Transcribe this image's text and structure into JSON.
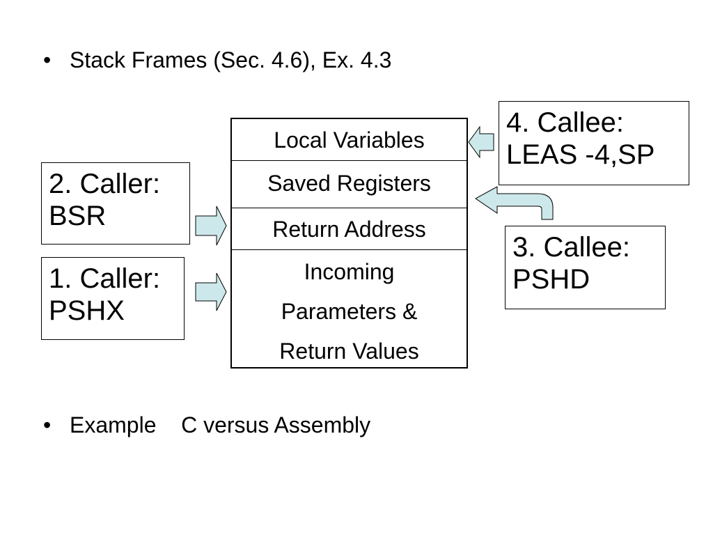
{
  "bullets": [
    {
      "marker": "•",
      "text": "Stack Frames (Sec. 4.6), Ex. 4.3"
    },
    {
      "marker": "•",
      "text": "Example    C versus Assembly"
    }
  ],
  "stack": {
    "local_variables": "Local Variables",
    "saved_registers": "Saved Registers",
    "return_address": "Return Address",
    "incoming": [
      "Incoming",
      "Parameters &",
      "Return Values"
    ]
  },
  "notes": {
    "callee_4": [
      "4. Callee:",
      "LEAS -4,SP"
    ],
    "caller_2": [
      "2. Caller:",
      "BSR"
    ],
    "caller_1": [
      "1. Caller:",
      "PSHX"
    ],
    "callee_3": [
      "3. Callee:",
      "PSHD"
    ]
  },
  "colors": {
    "arrow_fill": "#cde8ea",
    "arrow_stroke": "#000000"
  }
}
